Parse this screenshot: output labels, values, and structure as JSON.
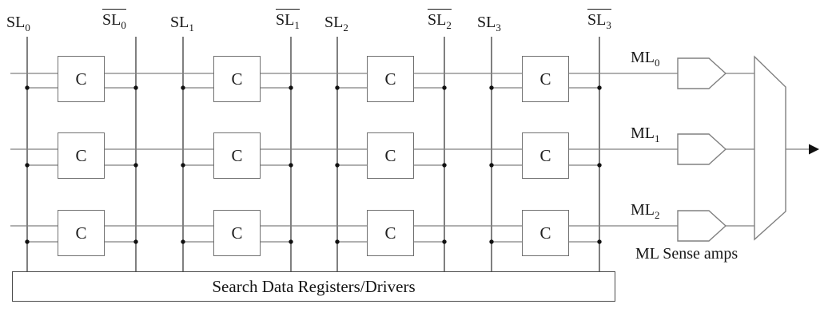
{
  "labels": {
    "search_lines": [
      {
        "base": "SL",
        "sub": "0",
        "overline": false
      },
      {
        "base": "SL",
        "sub": "0",
        "overline": true
      },
      {
        "base": "SL",
        "sub": "1",
        "overline": false
      },
      {
        "base": "SL",
        "sub": "1",
        "overline": true
      },
      {
        "base": "SL",
        "sub": "2",
        "overline": false
      },
      {
        "base": "SL",
        "sub": "2",
        "overline": true
      },
      {
        "base": "SL",
        "sub": "3",
        "overline": false
      },
      {
        "base": "SL",
        "sub": "3",
        "overline": true
      }
    ],
    "match_lines": [
      {
        "base": "ML",
        "sub": "0"
      },
      {
        "base": "ML",
        "sub": "1"
      },
      {
        "base": "ML",
        "sub": "2"
      }
    ],
    "cell": "C",
    "bottom_box": "Search Data Registers/Drivers",
    "sense_amps_caption": "ML Sense amps"
  },
  "structure": {
    "rows": 3,
    "columns": 4,
    "cell_count": 12,
    "sense_amp_count": 3,
    "mux_output_count": 1
  },
  "colors": {
    "wire_gray": "#808080",
    "wire_dark": "#2b2b2b",
    "dot_black": "#111111",
    "text": "#161616",
    "background": "#ffffff"
  }
}
